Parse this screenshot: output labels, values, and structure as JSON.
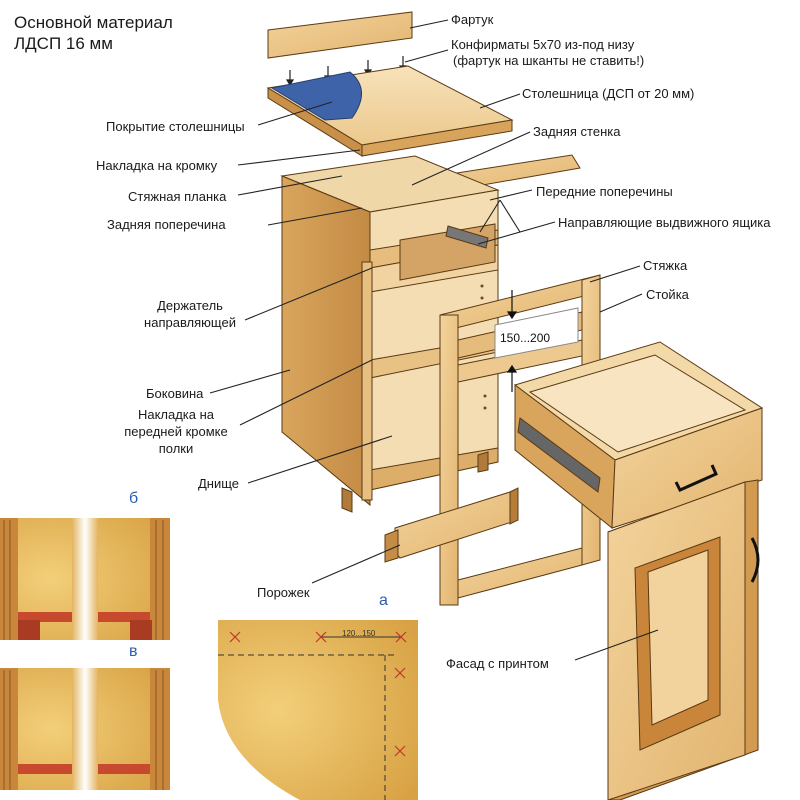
{
  "title": {
    "line1": "Основной материал",
    "line2": "ЛДСП 16 мм"
  },
  "labels": {
    "apron": "Фартук",
    "confirmats_1": "Конфирматы 5х70 из-под низу",
    "confirmats_2": "(фартук на шканты не ставить!)",
    "countertop": "Столешница (ДСП от 20 мм)",
    "countertop_cover": "Покрытие столешницы",
    "edge_trim": "Накладка на кромку",
    "back_wall": "Задняя стенка",
    "tie_strip": "Стяжная планка",
    "front_crossbars": "Передние поперечины",
    "back_crossbar": "Задняя поперечина",
    "drawer_guides": "Направляющие выдвижного ящика",
    "tie": "Стяжка",
    "post": "Стойка",
    "guide_holder_1": "Держатель",
    "guide_holder_2": "направляющей",
    "side_wall": "Боковина",
    "shelf_trim_1": "Накладка на",
    "shelf_trim_2": "передней кромке",
    "shelf_trim_3": "полки",
    "bottom": "Днище",
    "plinth": "Порожек",
    "facade": "Фасад с принтом"
  },
  "dimensions": {
    "gap": "150...200",
    "corner": "120...150"
  },
  "detail_letters": {
    "a": "а",
    "b": "б",
    "v": "в"
  },
  "colors": {
    "wood": "#e9c183",
    "wood_dark": "#c9974f",
    "wood_light": "#f5ddb0",
    "cover_blue": "#3f63a8",
    "edge_red": "#b8432c",
    "leader": "#222222",
    "letter_blue": "#2a5db0"
  }
}
